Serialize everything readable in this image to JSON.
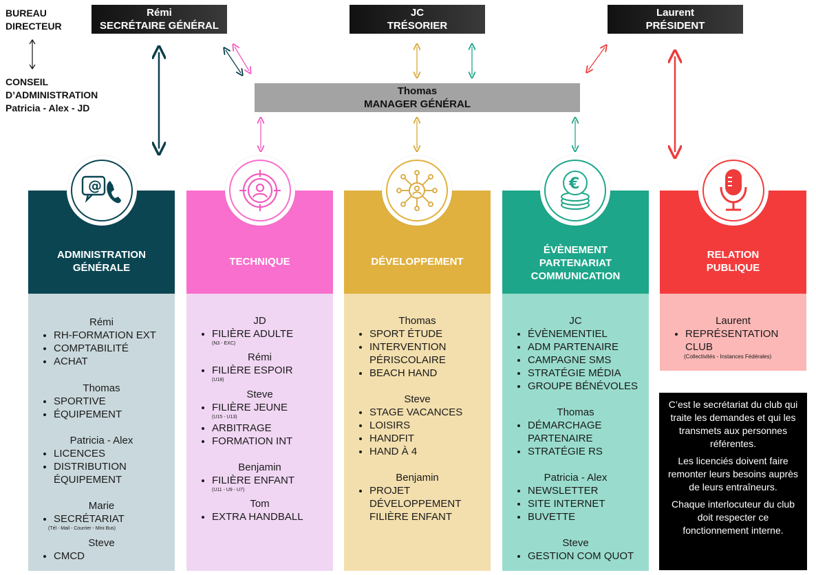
{
  "legend": {
    "bureau_line1": "BUREAU",
    "bureau_line2": "DIRECTEUR",
    "conseil_line1": "CONSEIL",
    "conseil_line2": "D’ADMINISTRATION",
    "conseil_members": "Patricia - Alex - JD"
  },
  "board": {
    "secretary": {
      "name": "Rémi",
      "role": "SECRÉTAIRE GÉNÉRAL"
    },
    "treasurer": {
      "name": "JC",
      "role": "TRÉSORIER"
    },
    "president": {
      "name": "Laurent",
      "role": "PRÉSIDENT"
    },
    "manager": {
      "name": "Thomas",
      "role": "MANAGER GÉNÉRAL"
    }
  },
  "columns": [
    {
      "title_line1": "ADMINISTRATION",
      "title_line2": "GÉNÉRALE",
      "icon": "contact-at-phone-icon",
      "groups": [
        {
          "name": "Rémi",
          "items": [
            {
              "label": "RH-FORMATION EXT"
            },
            {
              "label": "COMPTABILITÉ"
            },
            {
              "label": "ACHAT"
            }
          ]
        },
        {
          "name": "Thomas",
          "items": [
            {
              "label": "SPORTIVE"
            },
            {
              "label": "ÉQUIPEMENT"
            }
          ]
        },
        {
          "name": "Patricia - Alex",
          "items": [
            {
              "label": "LICENCES"
            },
            {
              "label": "DISTRIBUTION ÉQUIPEMENT"
            }
          ]
        },
        {
          "name": "Marie",
          "items": [
            {
              "label": "SECRÉTARIAT",
              "note": "(Tél - Mail - Courrier - Mini Bus)"
            }
          ]
        },
        {
          "name": "Steve",
          "items": [
            {
              "label": "CMCD"
            }
          ]
        }
      ]
    },
    {
      "title_line1": "TECHNIQUE",
      "title_line2": "",
      "icon": "target-person-icon",
      "groups": [
        {
          "name": "JD",
          "items": [
            {
              "label": "FILIÈRE ADULTE",
              "note": "(N3 - EXC)"
            }
          ]
        },
        {
          "name": "Rémi",
          "items": [
            {
              "label": "FILIÈRE ESPOIR",
              "note": "(U18)"
            }
          ]
        },
        {
          "name": "Steve",
          "items": [
            {
              "label": "FILIÈRE JEUNE",
              "note": "(U15 - U13)"
            },
            {
              "label": "ARBITRAGE"
            },
            {
              "label": "FORMATION INT"
            }
          ]
        },
        {
          "name": "Benjamin",
          "items": [
            {
              "label": "FILIÈRE ENFANT",
              "note": "(U11 - U9 - U7)"
            }
          ]
        },
        {
          "name": "Tom",
          "items": [
            {
              "label": "EXTRA HANDBALL"
            }
          ]
        }
      ]
    },
    {
      "title_line1": "DÉVELOPPEMENT",
      "title_line2": "",
      "icon": "network-person-icon",
      "groups": [
        {
          "name": "Thomas",
          "items": [
            {
              "label": "SPORT ÉTUDE"
            },
            {
              "label": "INTERVENTION PÉRISCOLAIRE"
            },
            {
              "label": "BEACH HAND"
            }
          ]
        },
        {
          "name": "Steve",
          "items": [
            {
              "label": "STAGE VACANCES"
            },
            {
              "label": "LOISIRS"
            },
            {
              "label": "HANDFIT"
            },
            {
              "label": "HAND À 4"
            }
          ]
        },
        {
          "name": "Benjamin",
          "items": [
            {
              "label": "PROJET DÉVELOPPEMENT FILIÈRE ENFANT"
            }
          ]
        }
      ]
    },
    {
      "title_line1": "ÉVÈNEMENT",
      "title_line2": "PARTENARIAT",
      "title_line3": "COMMUNICATION",
      "icon": "euro-coins-icon",
      "groups": [
        {
          "name": "JC",
          "items": [
            {
              "label": "ÉVÈNEMENTIEL"
            },
            {
              "label": "ADM PARTENAIRE"
            },
            {
              "label": "CAMPAGNE SMS"
            },
            {
              "label": "STRATÉGIE MÉDIA"
            },
            {
              "label": "GROUPE BÉNÉVOLES"
            }
          ]
        },
        {
          "name": "Thomas",
          "items": [
            {
              "label": "DÉMARCHAGE PARTENAIRE"
            },
            {
              "label": "STRATÉGIE RS"
            }
          ]
        },
        {
          "name": "Patricia - Alex",
          "items": [
            {
              "label": "NEWSLETTER"
            },
            {
              "label": "SITE INTERNET"
            },
            {
              "label": "BUVETTE"
            }
          ]
        },
        {
          "name": "Steve",
          "items": [
            {
              "label": "GESTION COM QUOT"
            }
          ]
        }
      ]
    },
    {
      "title_line1": "RELATION",
      "title_line2": "PUBLIQUE",
      "icon": "microphone-icon",
      "groups": [
        {
          "name": "Laurent",
          "items": [
            {
              "label": "REPRÉSENTATION CLUB",
              "note": "(Collectivités - Instances Fédérales)"
            }
          ]
        }
      ]
    }
  ],
  "info": {
    "p1": "C’est le secrétariat du club qui traite les demandes et qui les transmets aux personnes référentes.",
    "p2": "Les licenciés doivent faire remonter leurs besoins auprès de leurs entraîneurs.",
    "p3": "Chaque interlocuteur du club doit respecter ce fonctionnement interne."
  },
  "colors": {
    "admin": "#0b4552",
    "admin_body": "#c9d8dc",
    "technique": "#f96fcd",
    "technique_body": "#f0d6f3",
    "developpement": "#e0b13f",
    "developpement_body": "#f3dfae",
    "evenement": "#1ea68a",
    "evenement_body": "#99dccd",
    "relation": "#f43b3b",
    "relation_body": "#fbb8b6",
    "manager_box": "#a3a3a3",
    "board_box": "#1c1c1c"
  }
}
